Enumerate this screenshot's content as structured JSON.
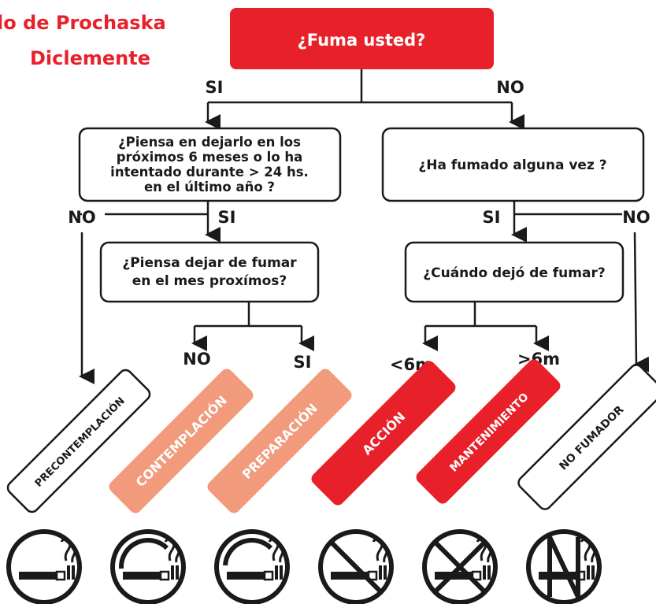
{
  "title": {
    "line1": "lo de Prochaska",
    "line2": "Diclemente"
  },
  "colors": {
    "red": "#e8202a",
    "salmon": "#f19a7c",
    "black": "#1a1a1a",
    "white": "#ffffff"
  },
  "questions": {
    "q_smoke": "¿Fuma usted?",
    "q_think_1": "¿Piensa en dejarlo en los",
    "q_think_2": "próximos 6 meses o lo ha",
    "q_think_3": "intentado durante > 24 hs.",
    "q_think_4": "en el último año ?",
    "q_ever": "¿Ha fumado alguna vez ?",
    "q_month_1": "¿Piensa dejar de fumar",
    "q_month_2": "en el mes proxímos?",
    "q_when": "¿Cuándo dejó de fumar?"
  },
  "branches": {
    "si_top": "SI",
    "no_top": "NO",
    "no_left": "NO",
    "si_left": "SI",
    "si_right": "SI",
    "no_right": "NO",
    "no_month": "NO",
    "si_month": "SI",
    "lt6m": "<6m",
    "gt6m": ">6m"
  },
  "stages": [
    {
      "label": "PRECONTEMPLACIÓN",
      "style": "outline",
      "icon": "no-smoking-icon"
    },
    {
      "label": "CONTEMPLACIÓN",
      "style": "salmon",
      "icon": "smoking-icon"
    },
    {
      "label": "PREPARACIÓN",
      "style": "salmon",
      "icon": "smoking-icon"
    },
    {
      "label": "ACCIÓN",
      "style": "red",
      "icon": "no-smoking-icon"
    },
    {
      "label": "MANTENIMIENTO",
      "style": "red",
      "icon": "no-smoking-icon"
    },
    {
      "label": "NO FUMADOR",
      "style": "outline",
      "icon": "no-smoking-icon"
    }
  ]
}
